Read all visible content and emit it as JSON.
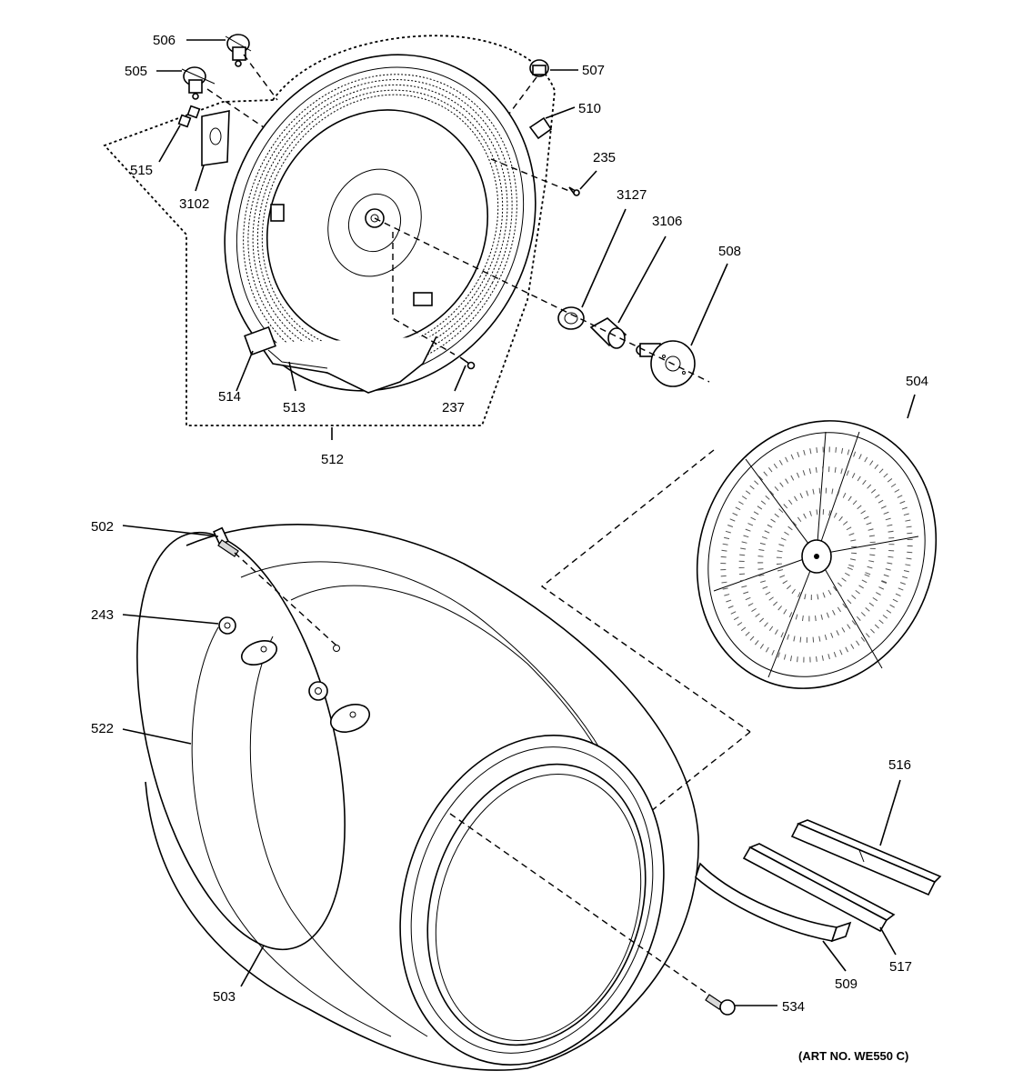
{
  "diagram": {
    "labels": {
      "p506": "506",
      "p505": "505",
      "p507": "507",
      "p510": "510",
      "p235": "235",
      "p515": "515",
      "p3102": "3102",
      "p3127": "3127",
      "p3106": "3106",
      "p508": "508",
      "p514": "514",
      "p513": "513",
      "p237": "237",
      "p512": "512",
      "p504": "504",
      "p502": "502",
      "p243": "243",
      "p522": "522",
      "p516": "516",
      "p503": "503",
      "p509": "509",
      "p517": "517",
      "p534": "534"
    },
    "art_number": "(ART NO. WE550 C)"
  }
}
